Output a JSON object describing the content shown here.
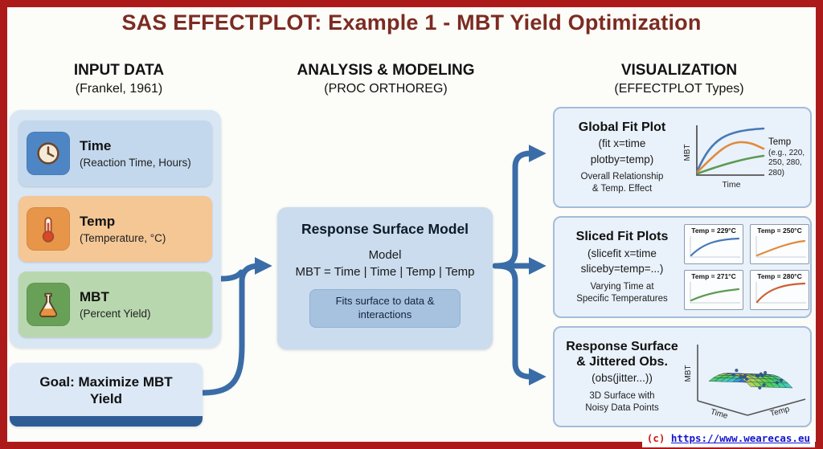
{
  "title": "SAS EFFECTPLOT: Example 1 - MBT Yield Optimization",
  "colors": {
    "frame_red": "#ad1a1a",
    "arrow_blue": "#3a6da7",
    "panel_blue": "#d9e6f4",
    "card_blue": "#c3d8ed",
    "card_orange": "#f4c795",
    "card_green": "#b9d7ae",
    "goal_bar_blue": "#2e5d96"
  },
  "input": {
    "heading": "INPUT DATA",
    "subheading": "(Frankel, 1961)",
    "items": [
      {
        "label": "Time",
        "desc": "(Reaction Time, Hours)"
      },
      {
        "label": "Temp",
        "desc": "(Temperature, °C)"
      },
      {
        "label": "MBT",
        "desc": "(Percent Yield)"
      }
    ],
    "goal": "Goal: Maximize MBT Yield"
  },
  "analysis": {
    "heading": "ANALYSIS & MODELING",
    "subheading": "(PROC ORTHOREG)",
    "card_title": "Response Surface Model",
    "model_label": "Model",
    "formula": "MBT = Time | Time | Temp | Temp",
    "note": "Fits surface to data & interactions"
  },
  "viz": {
    "heading": "VISUALIZATION",
    "subheading": "(EFFECTPLOT Types)",
    "global_fit": {
      "title": "Global Fit Plot",
      "code1": "(fit x=time",
      "code2": "plotby=temp)",
      "desc1": "Overall Relationship",
      "desc2": "& Temp. Effect",
      "ylabel": "MBT",
      "xlabel": "Time",
      "legend_title": "Temp",
      "legend_note": "(e.g., 220, 250, 280, 280)"
    },
    "sliced": {
      "title": "Sliced Fit Plots",
      "code1": "(slicefit x=time",
      "code2": "sliceby=temp=...)",
      "desc1": "Varying Time at",
      "desc2": "Specific Temperatures",
      "panels": [
        {
          "label": "Temp = 229°C"
        },
        {
          "label": "Temp = 250°C"
        },
        {
          "label": "Temp = 271°C"
        },
        {
          "label": "Temp = 280°C"
        }
      ]
    },
    "surface": {
      "title1": "Response Surface",
      "title2": "& Jittered Obs.",
      "code": "(obs(jitter...))",
      "desc1": "3D Surface with",
      "desc2": "Noisy Data Points",
      "zlabel": "MBT",
      "xlabel": "Time",
      "ylabel": "Temp"
    }
  },
  "footer": {
    "copyright": "(c)",
    "url": "https://www.wearecas.eu"
  }
}
